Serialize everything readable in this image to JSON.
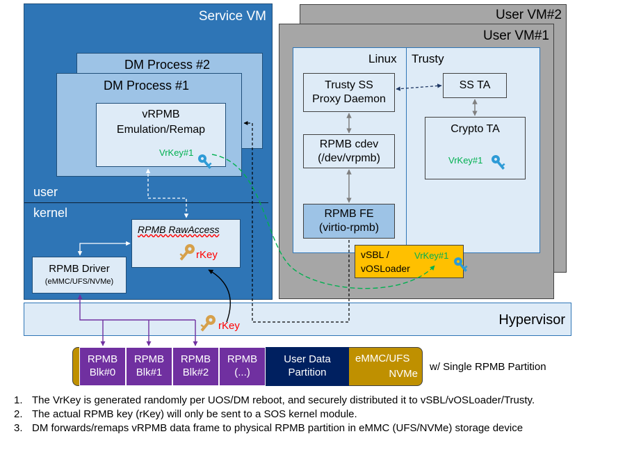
{
  "service_vm": {
    "title": "Service VM",
    "user_label": "user",
    "kernel_label": "kernel",
    "dm_process_2": "DM Process #2",
    "dm_process_1": "DM Process #1",
    "vrpmb_line1": "vRPMB",
    "vrpmb_line2": "Emulation/Remap",
    "vrkey_label": "VrKey#1",
    "rawaccess_label": "RPMB RawAccess",
    "rkey_label": "rKey",
    "driver_line1": "RPMB Driver",
    "driver_line2": "(eMMC/UFS/NVMe)"
  },
  "user_vm2": {
    "title": "User VM#2"
  },
  "user_vm1": {
    "title": "User VM#1",
    "linux_label": "Linux",
    "trusty_label": "Trusty",
    "trusty_ss_line1": "Trusty SS",
    "trusty_ss_line2": "Proxy Daemon",
    "cdev_line1": "RPMB cdev",
    "cdev_line2": "(/dev/vrpmb)",
    "fe_line1": "RPMB FE",
    "fe_line2": "(virtio-rpmb)",
    "ss_ta": "SS TA",
    "crypto_ta": "Crypto TA",
    "crypto_vrkey": "VrKey#1",
    "vsbl_line1": "vSBL /",
    "vsbl_line2": "vOSLoader",
    "vsbl_vrkey": "VrKey#1"
  },
  "hypervisor": {
    "label": "Hypervisor",
    "rkey_label": "rKey"
  },
  "storage": {
    "blocks": [
      {
        "line1": "RPMB",
        "line2": "Blk#0"
      },
      {
        "line1": "RPMB",
        "line2": "Blk#1"
      },
      {
        "line1": "RPMB",
        "line2": "Blk#2"
      },
      {
        "line1": "RPMB",
        "line2": "(...)"
      }
    ],
    "user_data_line1": "User Data",
    "user_data_line2": "Partition",
    "emmc_line1": "eMMC/UFS",
    "emmc_line2": "NVMe",
    "caption": "w/ Single RPMB Partition"
  },
  "notes": [
    {
      "num": "1.",
      "text": "The VrKey is generated randomly per UOS/DM reboot, and securely distributed it to vSBL/vOSLoader/Trusty."
    },
    {
      "num": "2.",
      "text": "The actual RPMB key (rKey) will only be sent to a SOS kernel module."
    },
    {
      "num": "3.",
      "text": "DM forwards/remaps vRPMB data frame to physical RPMB partition in eMMC (UFS/NVMe) storage device"
    }
  ],
  "colors": {
    "service_vm_fill": "#2e75b6",
    "dm_fill": "#9dc3e6",
    "light_fill": "#deebf7",
    "user_vm_fill": "#a6a6a6",
    "rpmb_block": "#7030a0",
    "user_data": "#002060",
    "emmc": "#bf9000",
    "vsbl": "#ffc000",
    "vrkey_green": "#00b050",
    "rkey_red": "#ff0000",
    "key_blue": "#2e9bd6",
    "key_gold": "#d6a04a"
  }
}
